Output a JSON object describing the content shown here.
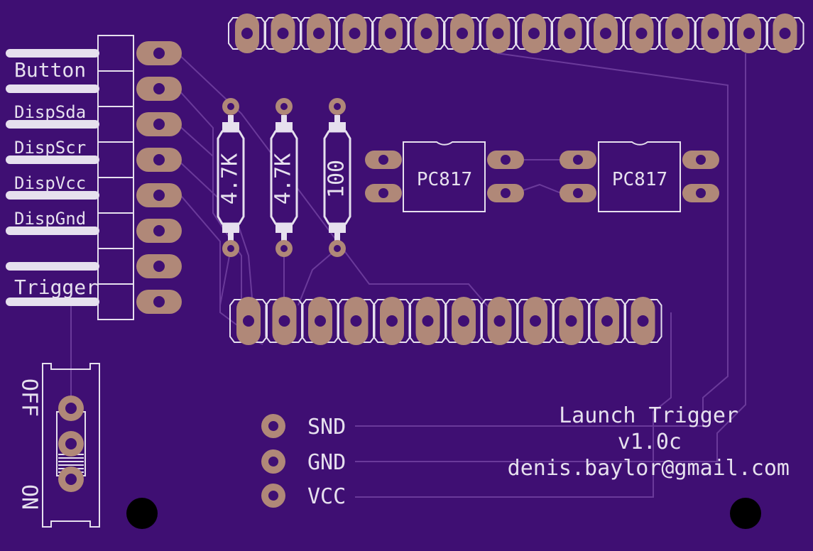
{
  "board": {
    "background_color": "#3f0f73",
    "silkscreen_color": "#e6e0ee",
    "pad_color": "#b08878",
    "trace_color": "#6a3a9a"
  },
  "connector_labels": [
    "Button",
    "DispSda",
    "DispScr",
    "DispVcc",
    "DispGnd",
    "Trigger"
  ],
  "resistors": [
    "4.7K",
    "4.7K",
    "100"
  ],
  "optocouplers": [
    "PC817",
    "PC817"
  ],
  "switch": {
    "off_label": "OFF",
    "on_label": "ON"
  },
  "test_points": [
    "SND",
    "GND",
    "VCC"
  ],
  "credits": {
    "title": "Launch Trigger",
    "version": "v1.0c",
    "email": "denis.baylor@gmail.com"
  }
}
